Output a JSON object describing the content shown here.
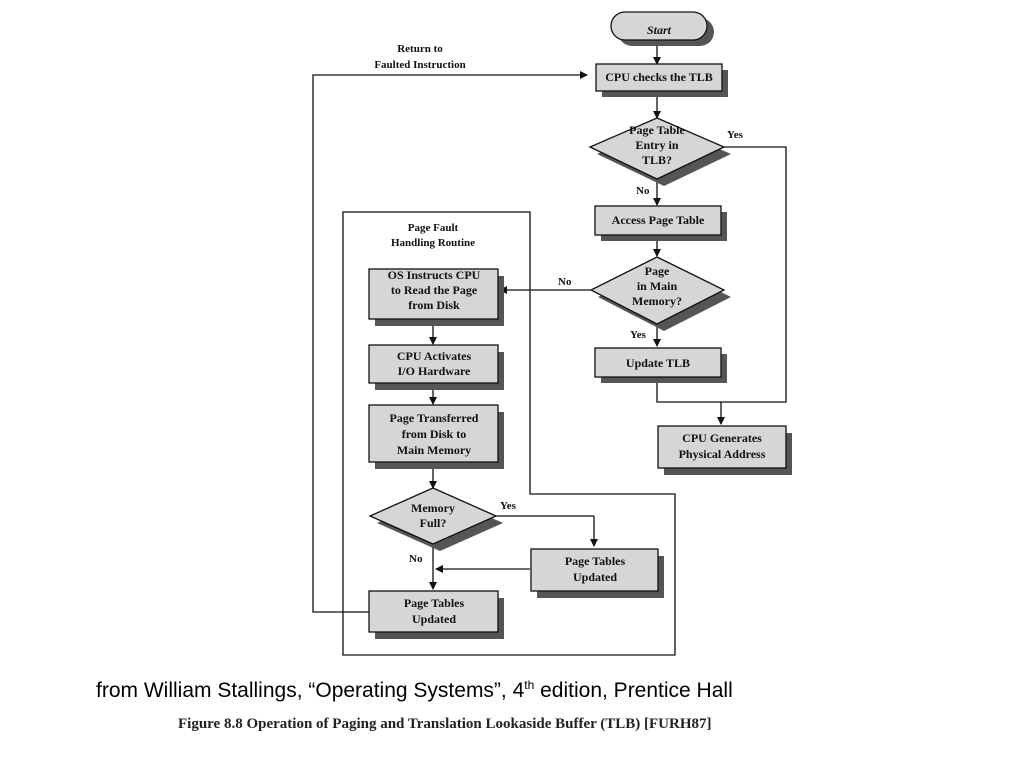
{
  "nodes": {
    "start": "Start",
    "cpu_checks_tlb": "CPU checks the TLB",
    "pte_in_tlb": [
      "Page Table",
      "Entry in",
      "TLB?"
    ],
    "access_page_table": "Access Page Table",
    "page_in_main_memory": [
      "Page",
      "in Main",
      "Memory?"
    ],
    "update_tlb": "Update TLB",
    "cpu_generates_address": [
      "CPU Generates",
      "Physical Address"
    ],
    "os_instructs_cpu": [
      "OS Instructs CPU",
      "to Read the Page",
      "from Disk"
    ],
    "cpu_activates_io": [
      "CPU Activates",
      "I/O Hardware"
    ],
    "page_transferred": [
      "Page Transferred",
      "from Disk to",
      "Main Memory"
    ],
    "memory_full": [
      "Memory",
      "Full?"
    ],
    "page_tables_updated_right": [
      "Page Tables",
      "Updated"
    ],
    "page_tables_updated_left": [
      "Page Tables",
      "Updated"
    ]
  },
  "labels": {
    "return_to": [
      "Return to",
      "Faulted Instruction"
    ],
    "page_fault_routine": [
      "Page Fault",
      "Handling Routine"
    ],
    "yes_tlb": "Yes",
    "no_tlb": "No",
    "no_memory": "No",
    "yes_memory": "Yes",
    "yes_full": "Yes",
    "no_full": "No"
  },
  "credit": {
    "before": "from William Stallings, “Operating Systems”, 4",
    "sup": "th",
    "after": " edition, Prentice Hall"
  },
  "caption": "Figure 8.8   Operation of Paging and Translation Lookaside Buffer (TLB) [FURH87]"
}
